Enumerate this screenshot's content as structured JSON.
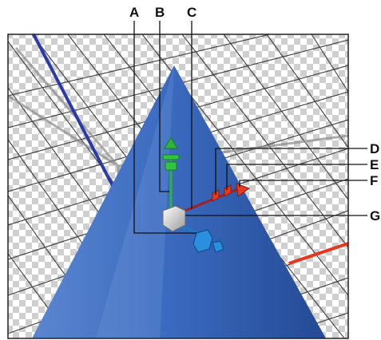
{
  "labels": {
    "a": "A",
    "b": "B",
    "c": "C",
    "d": "D",
    "e": "E",
    "f": "F",
    "g": "G"
  },
  "colors": {
    "cone": "#2f5fb3",
    "x_axis": "#e53a1e",
    "y_axis": "#2bb53a",
    "z_axis": "#1f79c8",
    "scene_axis_blue": "#2a3aa8",
    "scene_axis_red": "#e8361c",
    "grid_line": "#2a2a2a",
    "checker_light": "#ffffff",
    "checker_dark": "#cfcfcf",
    "callout_line": "#111111"
  },
  "icons": {
    "y_move": "green-arrow-icon",
    "y_rotate": "green-rotate-icon",
    "x_move": "red-arrow-icon",
    "x_rotate": "red-rotate-icon",
    "x_scale": "red-scale-icon",
    "z_handle": "blue-rotate-icon",
    "center": "gray-cube-icon"
  }
}
